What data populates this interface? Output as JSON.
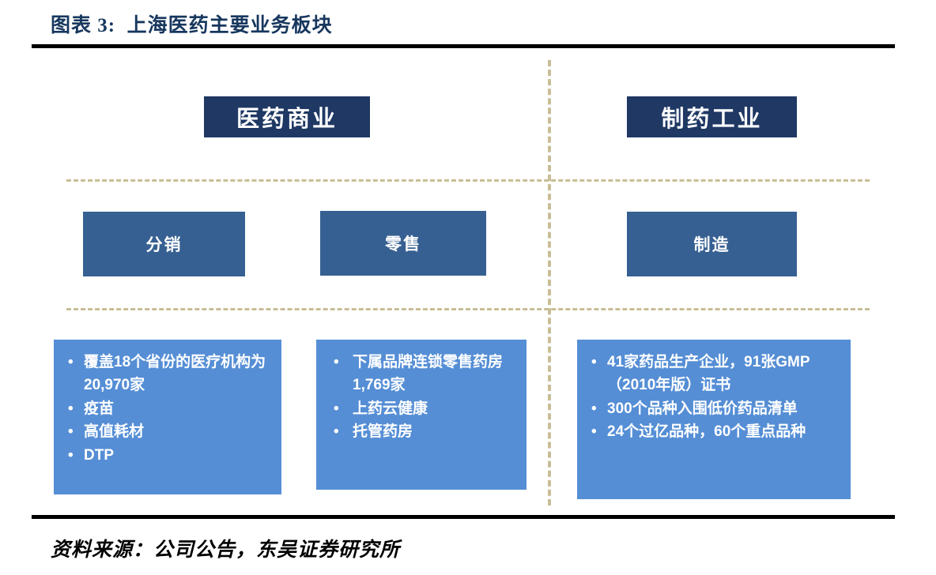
{
  "figure": {
    "title": "图表 3:  上海医药主要业务板块",
    "source": "资料来源：公司公告，东吴证券研究所"
  },
  "sections": {
    "commerce": {
      "header": "医药商业",
      "segments": [
        {
          "name": "分销",
          "details": [
            "覆盖18个省份的医疗机构为20,970家",
            "疫苗",
            "高值耗材",
            "DTP"
          ]
        },
        {
          "name": "零售",
          "details": [
            "下属品牌连锁零售药房1,769家",
            "上药云健康",
            "托管药房"
          ]
        }
      ]
    },
    "industry": {
      "header": "制药工业",
      "segments": [
        {
          "name": "制造",
          "details": [
            "41家药品生产企业，91张GMP（2010年版）证书",
            "300个品种入围低价药品清单",
            "24个过亿品种，60个重点品种"
          ]
        }
      ]
    }
  },
  "colors": {
    "title_text": "#17375E",
    "header_box": "#1F3864",
    "segment_box": "#376092",
    "detail_box": "#558ED5",
    "dashed_line": "#C8BE96",
    "rule": "#000000"
  }
}
